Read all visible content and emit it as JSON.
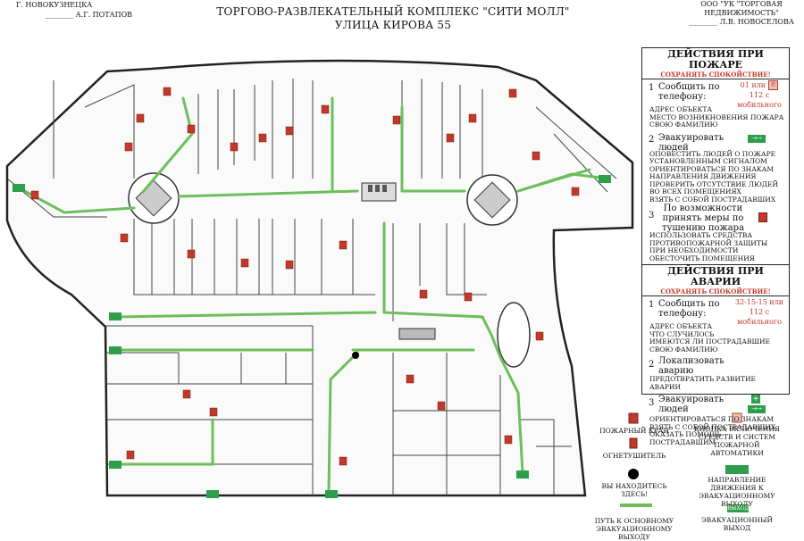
{
  "header": {
    "left_line1": "Г. НОВОКУЗНЕЦКА",
    "left_sign": "А.Г. ПОТАПОВ",
    "right_org": "ООО \"УК \"ТОРГОВАЯ НЕДВИЖИМОСТЬ\"",
    "right_sign": "Л.В. НОВОСЕЛОВА",
    "title_line1": "ТОРГОВО-РАЗВЛЕКАТЕЛЬНЫЙ КОМПЛЕКС \"СИТИ МОЛЛ\"",
    "title_line2": "УЛИЦА КИРОВА 55"
  },
  "fire": {
    "heading": "ДЕЙСТВИЯ ПРИ ПОЖАРЕ",
    "subheading": "СОХРАНЯТЬ СПОКОЙСТВИЕ!",
    "step1_num": "1",
    "step1_title": "Сообщить по телефону:",
    "step1_phone1": "01 или",
    "step1_phone2": "112 с мобильного",
    "step1_items": [
      "АДРЕС ОБЪЕКТА",
      "МЕСТО ВОЗНИКНОВЕНИЯ ПОЖАРА",
      "СВОЮ ФАМИЛИЮ"
    ],
    "step2_num": "2",
    "step2_title": "Эвакуировать людей",
    "step2_items": [
      "ОПОВЕСТИТЬ ЛЮДЕЙ О ПОЖАРЕ УСТАНОВЛЕННЫМ СИГНАЛОМ",
      "ОРИЕНТИРОВАТЬСЯ ПО ЗНАКАМ НАПРАВЛЕНИЯ ДВИЖЕНИЯ",
      "ПРОВЕРИТЬ ОТСУТСТВИЕ ЛЮДЕЙ ВО ВСЕХ ПОМЕЩЕНИЯХ",
      "ВЗЯТЬ С СОБОЙ ПОСТРАДАВШИХ"
    ],
    "step3_num": "3",
    "step3_title": "По возможности принять меры по тушению пожара",
    "step3_items": [
      "ИСПОЛЬЗОВАТЬ СРЕДСТВА ПРОТИВОПОЖАРНОЙ ЗАЩИТЫ",
      "ПРИ НЕОБХОДИМОСТИ ОБЕСТОЧИТЬ ПОМЕЩЕНИЯ"
    ]
  },
  "accident": {
    "heading": "ДЕЙСТВИЯ ПРИ АВАРИИ",
    "subheading": "СОХРАНЯТЬ СПОКОЙСТВИЕ!",
    "step1_num": "1",
    "step1_title": "Сообщить по телефону:",
    "step1_phone1": "32-15-15 или",
    "step1_phone2": "112 с мобильного",
    "step1_items": [
      "АДРЕС ОБЪЕКТА",
      "ЧТО СЛУЧИЛОСЬ",
      "ИМЕЮТСЯ ЛИ ПОСТРАДАВШИЕ",
      "СВОЮ ФАМИЛИЮ"
    ],
    "step2_num": "2",
    "step2_title": "Локализовать аварию",
    "step2_items": [
      "ПРЕДОТВРАТИТЬ РАЗВИТИЕ АВАРИИ"
    ],
    "step3_num": "3",
    "step3_title": "Эвакуировать людей",
    "step3_items": [
      "ОРИЕНТИРОВАТЬСЯ ПО ЗНАКАМ",
      "ВЗЯТЬ С СОБОЙ ПОСТРАДАВШИХ",
      "ОКАЗАТЬ ПОМОЩЬ ПОСТРАДАВШИМ"
    ]
  },
  "legend": {
    "hydrant": "ПОЖАРНЫЙ КРАН",
    "extinguisher": "ОГНЕТУШИТЕЛЬ",
    "you_are_here": "ВЫ НАХОДИТЕСЬ ЗДЕСЬ!",
    "route": "ПУТЬ К ОСНОВНОМУ ЭВАКУАЦИОННОМУ ВЫХОДУ",
    "button": "КНОПКА ВКЛЮЧЕНИЯ СРЕДСТВ И СИСТЕМ ПОЖАРНОЙ АВТОМАТИКИ",
    "direction": "НАПРАВЛЕНИЕ ДВИЖЕНИЯ К ЭВАКУАЦИОННОМУ ВЫХОДУ",
    "exit_sign": "ВЫХОД",
    "exit": "ЭВАКУАЦИОННЫЙ ВЫХОД"
  },
  "colors": {
    "route": "#6cbf5b",
    "hazard": "#c0392b",
    "exit_green": "#2e9e4a",
    "wall": "#222222"
  }
}
